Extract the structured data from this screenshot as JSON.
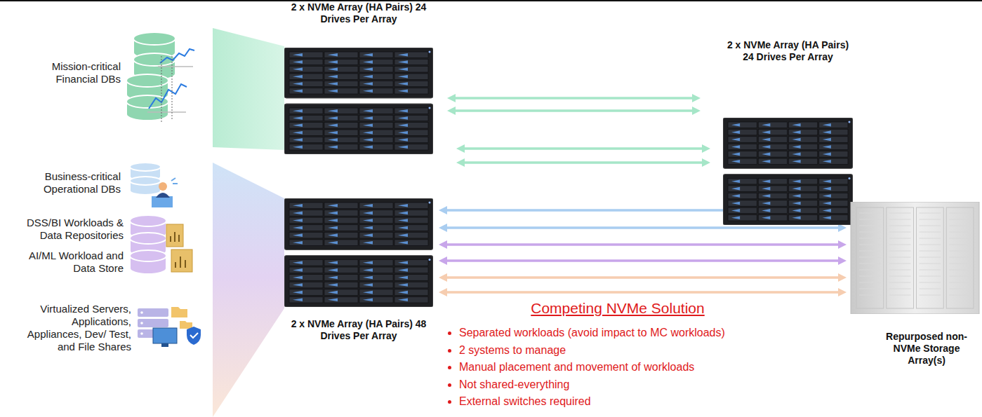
{
  "diagram": {
    "nodes": [
      {
        "text": [
          "2 x NVMe Array (HA Pairs) 24 Drives Per Array"
        ]
      },
      {
        "text": [
          "2 x NVMe Array (HA Pairs) 24 Drives Per Array"
        ]
      },
      {
        "text": [
          "2 x NVMe Array (HA Pairs) 48 Drives Per Array"
        ]
      },
      {
        "text": [
          "Repurposed non-NVMe Storage Array(s)"
        ]
      }
    ],
    "edges": [
      {
        "from": 0,
        "to": 1,
        "arrow": "both"
      },
      {
        "from": 0,
        "to": 1,
        "arrow": "both"
      },
      {
        "from": 0,
        "to": 1,
        "arrow": "both"
      },
      {
        "from": 0,
        "to": 1,
        "arrow": "both"
      },
      {
        "from": 2,
        "to": 3,
        "arrow": "both"
      },
      {
        "from": 2,
        "to": 3,
        "arrow": "both"
      },
      {
        "from": 2,
        "to": 3,
        "arrow": "both"
      },
      {
        "from": 2,
        "to": 3,
        "arrow": "both"
      },
      {
        "from": 2,
        "to": 3,
        "arrow": "both"
      },
      {
        "from": 2,
        "to": 3,
        "arrow": "both"
      }
    ],
    "labels": [
      "Mission-critical Financial DBs",
      "Business-critical Operational DBs",
      "DSS/BI Workloads & Data Repositories",
      "AI/ML Workload and Data Store",
      "Virtualized Servers, Applications, Appliances, Dev/ Test, and File Shares",
      "Competing NVMe Solution",
      "Separated workloads (avoid impact to MC workloads)",
      "2 systems to manage",
      "Manual placement and movement of workloads",
      "Not shared-everything",
      "External switches required"
    ]
  }
}
